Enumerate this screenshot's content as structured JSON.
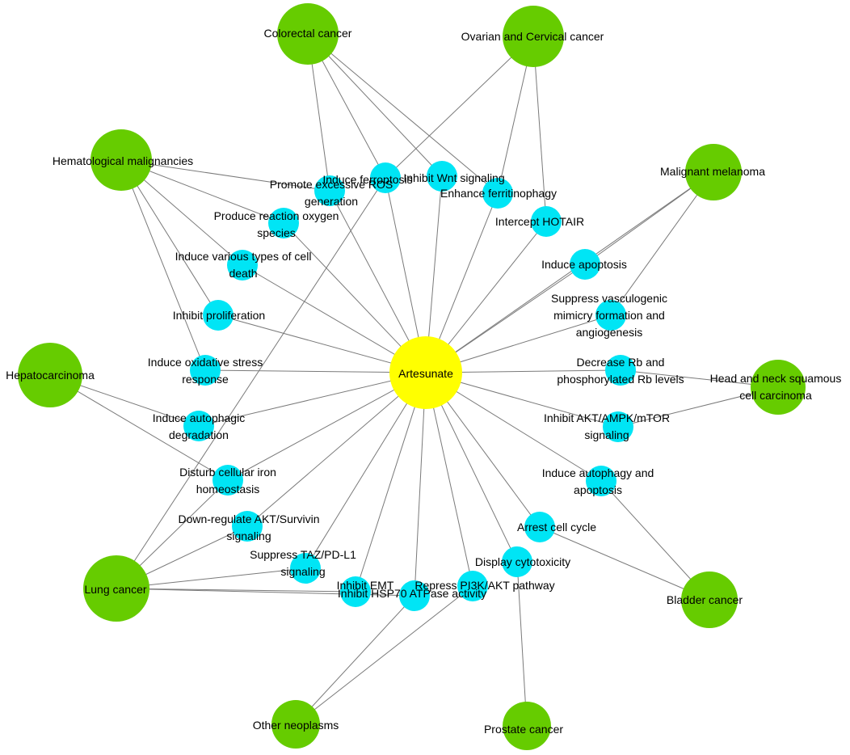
{
  "colors": {
    "center": "#ffff00",
    "mechanism": "#00e5f5",
    "cancer": "#66cc00",
    "edge": "#7a7a7a",
    "text": "#000000"
  },
  "center": {
    "id": "art",
    "label": "Artesunate"
  },
  "cancers": [
    {
      "id": "colorectal",
      "lines": [
        "Colorectal cancer"
      ]
    },
    {
      "id": "ovarian",
      "lines": [
        "Ovarian and Cervical cancer"
      ]
    },
    {
      "id": "hematological",
      "lines": [
        "Hematological malignancies"
      ]
    },
    {
      "id": "melanoma",
      "lines": [
        "Malignant melanoma"
      ]
    },
    {
      "id": "hepatocarcinoma",
      "lines": [
        "Hepatocarcinoma"
      ]
    },
    {
      "id": "head-neck",
      "lines": [
        "Head and neck squamous",
        "cell carcinoma"
      ]
    },
    {
      "id": "lung",
      "lines": [
        "Lung cancer"
      ]
    },
    {
      "id": "bladder",
      "lines": [
        "Bladder cancer"
      ]
    },
    {
      "id": "other",
      "lines": [
        "Other neoplasms"
      ]
    },
    {
      "id": "prostate",
      "lines": [
        "Prostate cancer"
      ]
    }
  ],
  "mechanisms": [
    {
      "id": "ferroptosis",
      "lines": [
        "Induce ferroptosis"
      ]
    },
    {
      "id": "wnt",
      "lines": [
        "Inhibit Wnt signaling"
      ]
    },
    {
      "id": "ros-excess",
      "lines": [
        "Promote excessive ROS",
        "generation"
      ]
    },
    {
      "id": "ferritinophagy",
      "lines": [
        "Enhance ferritinophagy"
      ]
    },
    {
      "id": "ros-species",
      "lines": [
        "Produce reaction oxygen",
        "species"
      ]
    },
    {
      "id": "hotair",
      "lines": [
        "Intercept HOTAIR"
      ]
    },
    {
      "id": "cell-death",
      "lines": [
        "Induce various types of cell",
        "death"
      ]
    },
    {
      "id": "apoptosis",
      "lines": [
        "Induce apoptosis"
      ]
    },
    {
      "id": "vasculogenic",
      "lines": [
        "Suppress vasculogenic",
        "mimicry formation and",
        "angiogenesis"
      ]
    },
    {
      "id": "proliferation",
      "lines": [
        "Inhibit proliferation"
      ]
    },
    {
      "id": "oxidative",
      "lines": [
        "Induce oxidative stress",
        "response"
      ]
    },
    {
      "id": "rb",
      "lines": [
        "Decrease Rb and",
        "phosphorylated Rb levels"
      ]
    },
    {
      "id": "autophagic-degradation",
      "lines": [
        "Induce autophagic",
        "degradation"
      ]
    },
    {
      "id": "akt-ampk",
      "lines": [
        "Inhibit AKT/AMPK/mTOR",
        "signaling"
      ]
    },
    {
      "id": "iron",
      "lines": [
        "Disturb cellular iron",
        "homeostasis"
      ]
    },
    {
      "id": "autophagy-apoptosis",
      "lines": [
        "Induce autophagy and",
        "apoptosis"
      ]
    },
    {
      "id": "akt-survivin",
      "lines": [
        "Down-regulate AKT/Survivin",
        "signaling"
      ]
    },
    {
      "id": "cell-cycle",
      "lines": [
        "Arrest cell cycle"
      ]
    },
    {
      "id": "taz",
      "lines": [
        "Suppress TAZ/PD-L1",
        "signaling"
      ]
    },
    {
      "id": "cytotoxicity",
      "lines": [
        "Display cytotoxicity"
      ]
    },
    {
      "id": "emt",
      "lines": [
        "Inhibit EMT"
      ]
    },
    {
      "id": "hsp70",
      "lines": [
        "Inhibit HSP70 ATPase activity"
      ]
    },
    {
      "id": "pi3k",
      "lines": [
        "Repress PI3K/AKT pathway"
      ]
    }
  ],
  "edges": [
    [
      "art",
      "ferroptosis"
    ],
    [
      "art",
      "wnt"
    ],
    [
      "art",
      "ros-excess"
    ],
    [
      "art",
      "ferritinophagy"
    ],
    [
      "art",
      "ros-species"
    ],
    [
      "art",
      "hotair"
    ],
    [
      "art",
      "cell-death"
    ],
    [
      "art",
      "apoptosis"
    ],
    [
      "art",
      "vasculogenic"
    ],
    [
      "art",
      "proliferation"
    ],
    [
      "art",
      "oxidative"
    ],
    [
      "art",
      "rb"
    ],
    [
      "art",
      "autophagic-degradation"
    ],
    [
      "art",
      "akt-ampk"
    ],
    [
      "art",
      "iron"
    ],
    [
      "art",
      "autophagy-apoptosis"
    ],
    [
      "art",
      "akt-survivin"
    ],
    [
      "art",
      "cell-cycle"
    ],
    [
      "art",
      "taz"
    ],
    [
      "art",
      "cytotoxicity"
    ],
    [
      "art",
      "emt"
    ],
    [
      "art",
      "hsp70"
    ],
    [
      "art",
      "pi3k"
    ],
    [
      "colorectal",
      "ros-excess"
    ],
    [
      "colorectal",
      "ferroptosis"
    ],
    [
      "colorectal",
      "wnt"
    ],
    [
      "colorectal",
      "ferritinophagy"
    ],
    [
      "ovarian",
      "ferroptosis"
    ],
    [
      "ovarian",
      "ferritinophagy"
    ],
    [
      "ovarian",
      "hotair"
    ],
    [
      "hematological",
      "ros-excess"
    ],
    [
      "hematological",
      "ros-species"
    ],
    [
      "hematological",
      "cell-death"
    ],
    [
      "hematological",
      "proliferation"
    ],
    [
      "hematological",
      "oxidative"
    ],
    [
      "melanoma",
      "apoptosis"
    ],
    [
      "melanoma",
      "vasculogenic"
    ],
    [
      "melanoma",
      "art"
    ],
    [
      "hepatocarcinoma",
      "autophagic-degradation"
    ],
    [
      "hepatocarcinoma",
      "iron"
    ],
    [
      "head-neck",
      "rb"
    ],
    [
      "head-neck",
      "akt-ampk"
    ],
    [
      "lung",
      "iron"
    ],
    [
      "lung",
      "akt-survivin"
    ],
    [
      "lung",
      "taz"
    ],
    [
      "lung",
      "emt"
    ],
    [
      "lung",
      "hsp70"
    ],
    [
      "lung",
      "ferroptosis"
    ],
    [
      "bladder",
      "autophagy-apoptosis"
    ],
    [
      "bladder",
      "cell-cycle"
    ],
    [
      "other",
      "hsp70"
    ],
    [
      "other",
      "pi3k"
    ],
    [
      "prostate",
      "cytotoxicity"
    ]
  ]
}
